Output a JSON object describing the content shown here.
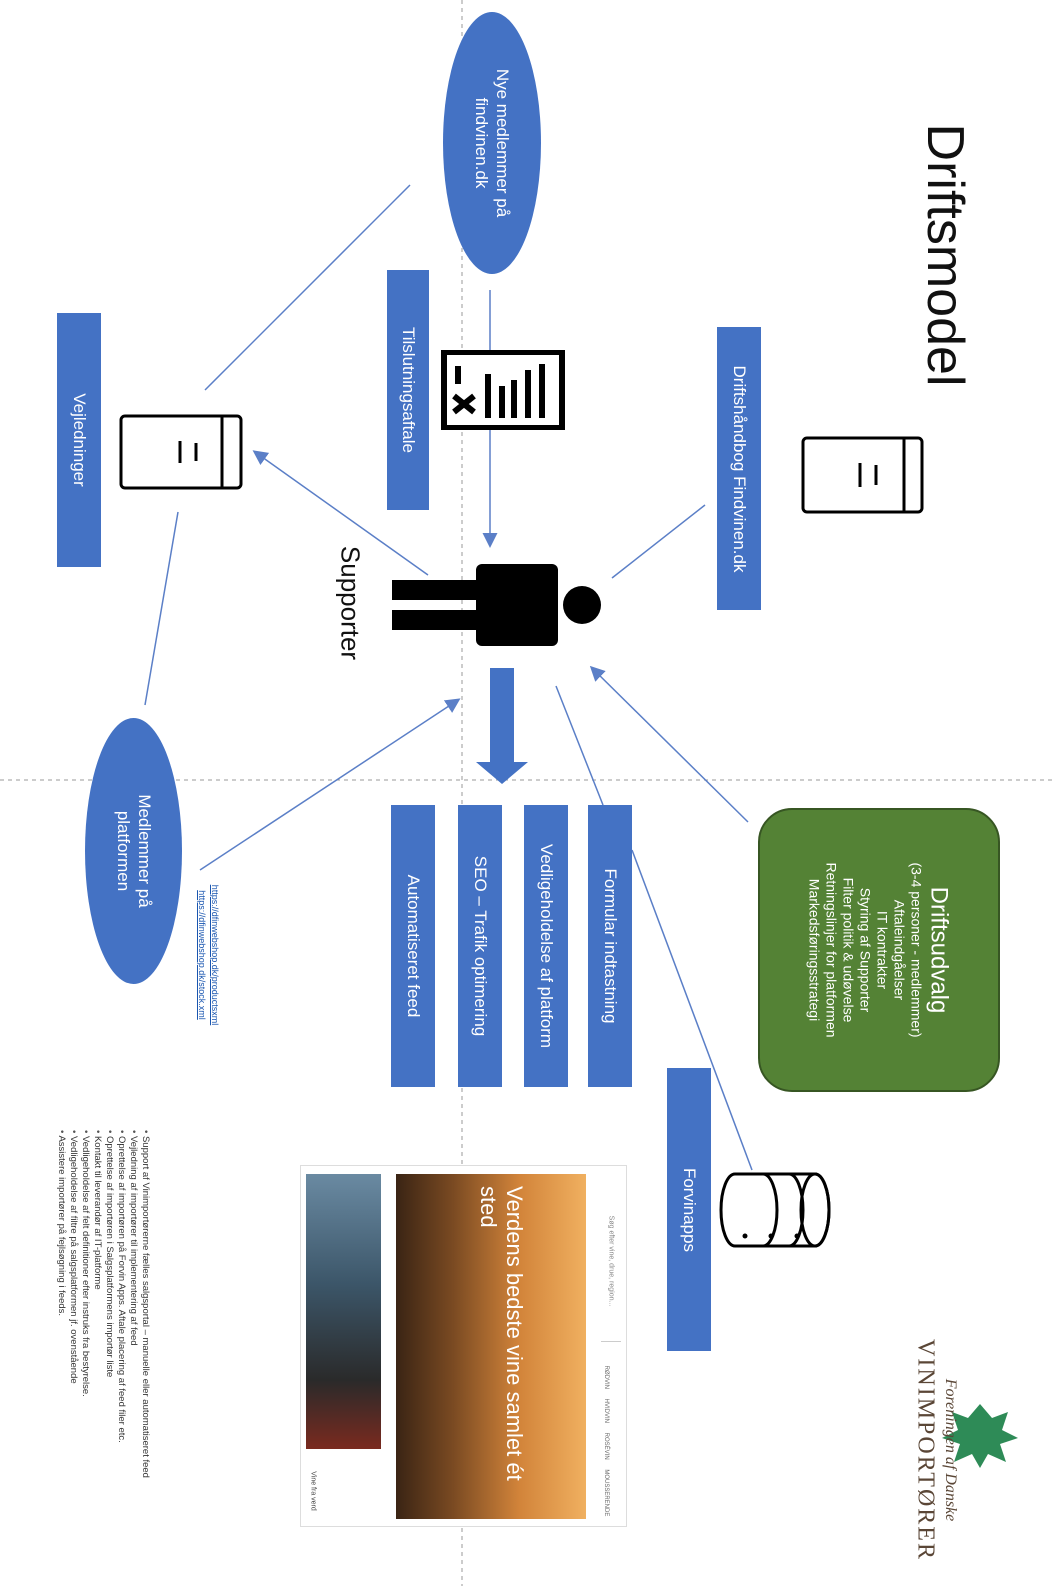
{
  "title": "Driftsmodel",
  "nodes": {
    "nye_medlemmer": "Nye medlemmer på findvinen.dk",
    "tilslutningsaftale": "Tilslutningsaftale",
    "driftshaandbog": "Driftshåndbog Findvinen.dk",
    "vejledninger": "Vejledninger",
    "supporter": "Supporter",
    "medlemmer_paa_platformen": "Medlemmer på platformen",
    "forvinapps": "Forvinapps",
    "formular_indtastning": "Formular indtastning",
    "vedligeholdelse": "Vedligeholdelse af platform",
    "seo": "SEO – Trafik optimering",
    "automatiseret_feed": "Automatiseret feed"
  },
  "driftsudvalg": {
    "title": "Driftsudvalg",
    "lines": [
      "(3-4 personer - medlemmer)",
      "Aftaleindgåelser",
      "IT kontrakter",
      "Styring af Supporter",
      "Filter politik & udøvelse",
      "Retningslinjer for platformen",
      "Markedsføringsstrategi"
    ]
  },
  "links": [
    "https://dfinwebshop.dk/productsxml",
    "https://dfinwebshop.dk/stock.xml"
  ],
  "support_bullets": [
    "Support af Vinimportørerne fælles salgsportal – manuelle eller automatiseret feed",
    "Vejledning af importører til implementering af feed",
    "Oprettelse af importøren på Forvin Apps. Aftale placering af feed filer etc.",
    "Oprettelse af importøren i Salgsplatformens importør liste",
    "Kontakt til leverandør af IT-platforme",
    "Vedligeholdelse af felt definitioner efter instruks fra bestyrelse.",
    "Vedligeholdelse af filtre på salgsplatformen jf. ovenstående",
    "Assistere importører på fejlsøgning i feeds."
  ],
  "screenshot": {
    "hero_text": "Verdens bedste vine samlet ét sted",
    "search_placeholder": "Søg efter vine, drue, region...",
    "nav_items": "RØDVIN HVIDVIN ROSÉVIN MOUSSERENDE",
    "caption": "Vine fra verd"
  },
  "logo": {
    "script": "Foreningen af Danske",
    "brand": "VINIMPORTØRER"
  },
  "colors": {
    "box_blue": "#4472c4",
    "driftsudvalg_green": "#548235",
    "arrow_blue": "#5b7fc7"
  }
}
